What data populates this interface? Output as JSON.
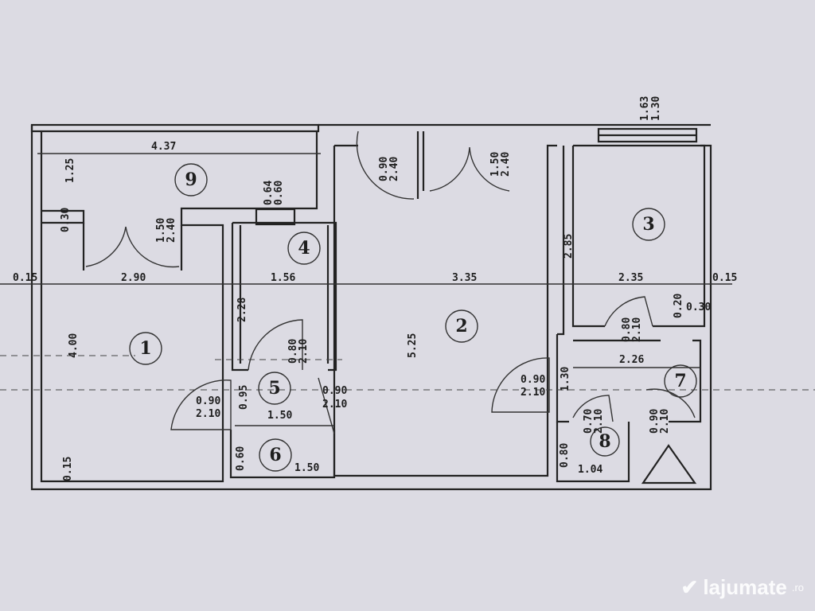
{
  "rooms": [
    "1",
    "2",
    "3",
    "4",
    "5",
    "6",
    "7",
    "8",
    "9"
  ],
  "dims": {
    "d437": "4.37",
    "d125": "1.25",
    "d030a": "0.30",
    "d9door_a": "1.50",
    "d9door_b": "2.40",
    "d064": "0.64",
    "d060a": "0.60",
    "d015a": "0.15",
    "d290": "2.90",
    "d156": "1.56",
    "d335": "3.35",
    "d235": "2.35",
    "d015b": "0.15",
    "d228": "2.28",
    "d400": "4.00",
    "d525": "5.25",
    "d2door1_a": "0.90",
    "d2door1_b": "2.40",
    "d2door2_a": "1.50",
    "d2door2_b": "2.40",
    "d163": "1.63",
    "d130a": "1.30",
    "d285": "2.85",
    "d5door_a": "0.80",
    "d5door_b": "2.10",
    "d1door_a": "0.90",
    "d1door_b": "2.10",
    "d095": "0.95",
    "d150a": "1.50",
    "d2door3_a": "0.90",
    "d2door3_b": "2.10",
    "d060b": "0.60",
    "d150b": "1.50",
    "d015c": "0.15",
    "d7door1_a": "0.90",
    "d7door1_b": "2.10",
    "d130b": "1.30",
    "d7door2_a": "0.80",
    "d7door2_b": "2.10",
    "d020": "0.20",
    "d030b": "0.30",
    "d226": "2.26",
    "d8door_a": "0.70",
    "d8door_b": "2.10",
    "d080": "0.80",
    "d104": "1.04",
    "d7door3_a": "0.90",
    "d7door3_b": "2.10"
  },
  "watermark": {
    "brand": "lajumate",
    "tld": ".ro"
  }
}
